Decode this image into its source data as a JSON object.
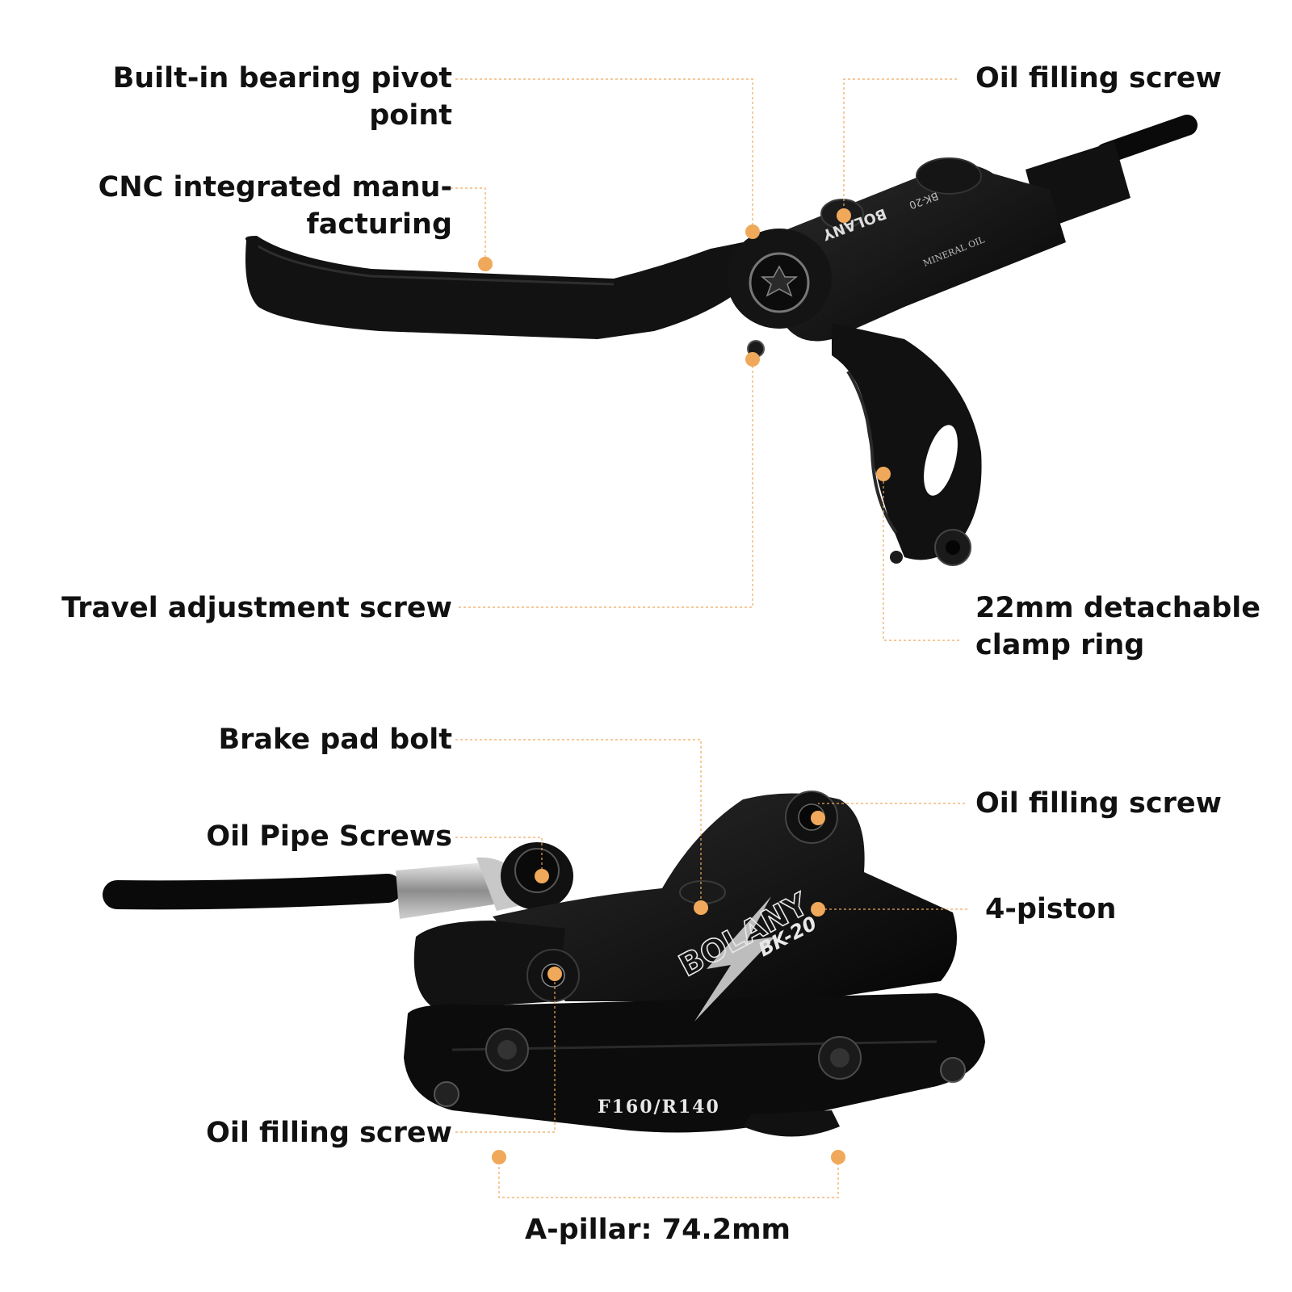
{
  "annotations": {
    "bearing_pivot": "Built-in bearing pivot point",
    "cnc": "CNC integrated manu-facturing",
    "travel_screw": "Travel adjustment screw",
    "lever_oil_screw": "Oil filling screw",
    "clamp_ring": "22mm detachable clamp ring",
    "brake_pad_bolt": "Brake pad bolt",
    "oil_pipe_screws": "Oil Pipe Screws",
    "caliper_oil_screw_top": "Oil filling screw",
    "four_piston": "4-piston",
    "caliper_oil_screw_bottom": "Oil filling screw",
    "a_pillar": "A-pillar: 74.2mm"
  },
  "product_marks": {
    "brand": "BOLANY",
    "model": "BK-20",
    "fluid": "MINERAL OIL",
    "mount": "F160/R140"
  },
  "colors": {
    "accent": "#f0a85a",
    "body": "#0d0d0d",
    "text": "#111111"
  }
}
